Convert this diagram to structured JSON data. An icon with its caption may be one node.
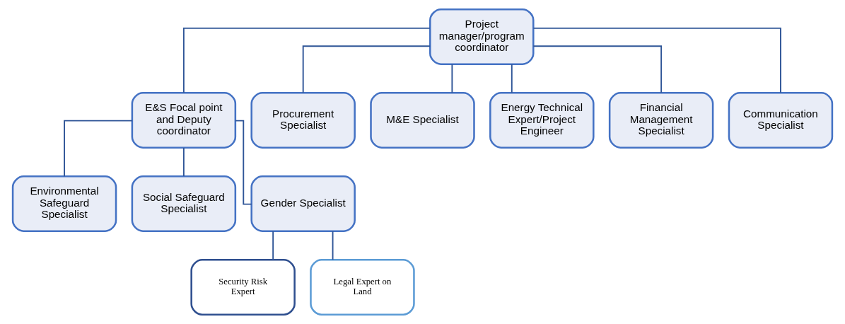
{
  "diagram": {
    "nodes": [
      {
        "text": [
          "Project manager/program coordinator"
        ]
      },
      {
        "text": [
          "E&S Focal point and Deputy coordinator"
        ]
      },
      {
        "text": [
          "Procurement Specialist"
        ]
      },
      {
        "text": [
          "M&E Specialist"
        ]
      },
      {
        "text": [
          "Energy Technical Expert/Project Engineer"
        ]
      },
      {
        "text": [
          "Financial Management Specialist"
        ]
      },
      {
        "text": [
          "Communication Specialist"
        ]
      },
      {
        "text": [
          "Environmental Safeguard Specialist"
        ]
      },
      {
        "text": [
          "Social Safeguard Specialist"
        ]
      },
      {
        "text": [
          "Gender Specialist"
        ]
      },
      {
        "text": [
          "Security Risk Expert"
        ]
      },
      {
        "text": [
          "Legal Expert on Land"
        ]
      }
    ],
    "edges": [
      {
        "from": 0,
        "to": 1,
        "arrow": "none"
      },
      {
        "from": 0,
        "to": 2,
        "arrow": "none"
      },
      {
        "from": 0,
        "to": 3,
        "arrow": "none"
      },
      {
        "from": 0,
        "to": 4,
        "arrow": "none"
      },
      {
        "from": 0,
        "to": 5,
        "arrow": "none"
      },
      {
        "from": 0,
        "to": 6,
        "arrow": "none"
      },
      {
        "from": 1,
        "to": 7,
        "arrow": "none"
      },
      {
        "from": 1,
        "to": 8,
        "arrow": "none"
      },
      {
        "from": 1,
        "to": 9,
        "arrow": "none"
      },
      {
        "from": 9,
        "to": 10,
        "arrow": "none"
      },
      {
        "from": 9,
        "to": 11,
        "arrow": "none"
      }
    ]
  }
}
